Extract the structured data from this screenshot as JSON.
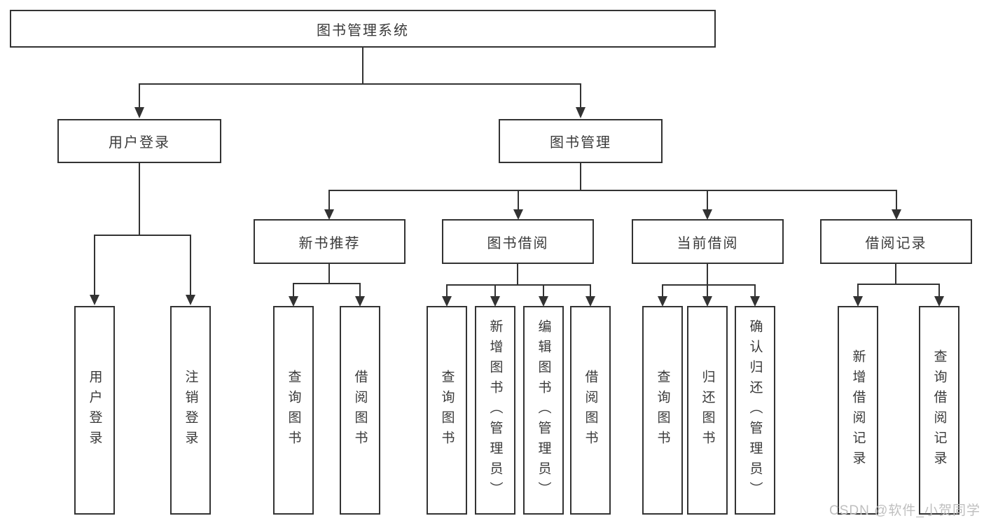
{
  "nodes": {
    "root": {
      "label": "图书管理系统"
    },
    "user_login": {
      "label": "用户登录"
    },
    "book_mgmt": {
      "label": "图书管理"
    },
    "new_book_rec": {
      "label": "新书推荐"
    },
    "book_borrow": {
      "label": "图书借阅"
    },
    "current_borrow": {
      "label": "当前借阅"
    },
    "borrow_record": {
      "label": "借阅记录"
    },
    "leaf_user_login": {
      "label": "用户登录"
    },
    "leaf_logout": {
      "label": "注销登录"
    },
    "rec_query_book": {
      "label": "查询图书"
    },
    "rec_borrow_book": {
      "label": "借阅图书"
    },
    "bb_query_book": {
      "label": "查询图书"
    },
    "bb_add_book": {
      "label": "新增图书（管理员）"
    },
    "bb_edit_book": {
      "label": "编辑图书（管理员）"
    },
    "bb_borrow_book": {
      "label": "借阅图书"
    },
    "cb_query_book": {
      "label": "查询图书"
    },
    "cb_return_book": {
      "label": "归还图书"
    },
    "cb_confirm_return": {
      "label": "确认归还（管理员）"
    },
    "br_add_record": {
      "label": "新增借阅记录"
    },
    "br_query_record": {
      "label": "查询借阅记录"
    }
  },
  "watermark": "CSDN @软件_小贺同学",
  "colors": {
    "line": "#333333",
    "text": "#3a3a3a",
    "watermark": "#bfbfbf",
    "background": "#ffffff"
  }
}
